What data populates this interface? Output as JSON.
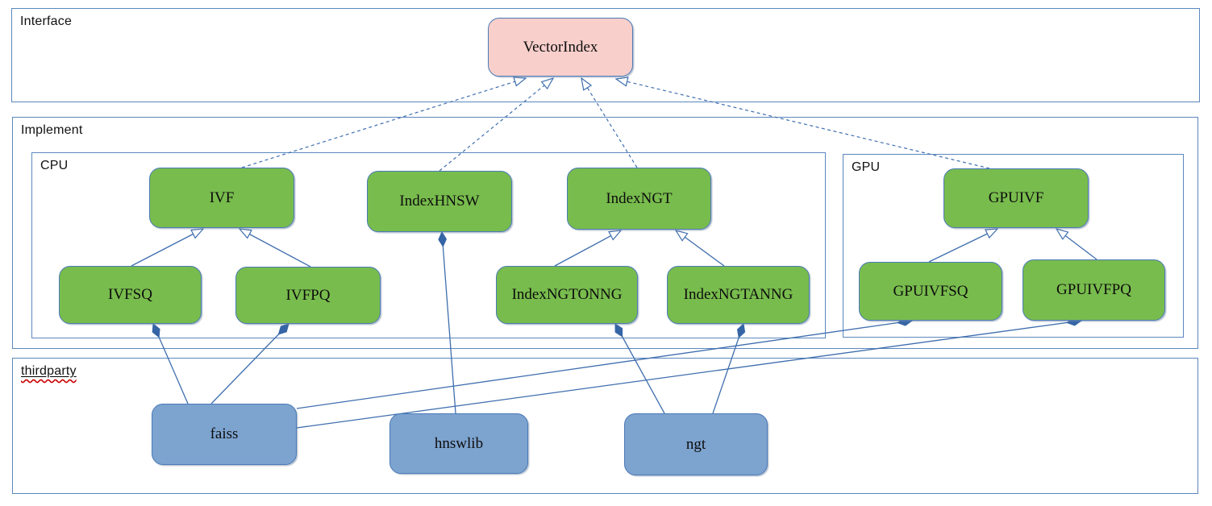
{
  "diagram": {
    "type": "uml-class-diagram",
    "containers": [
      {
        "id": "interface",
        "label": "Interface"
      },
      {
        "id": "implement",
        "label": "Implement"
      },
      {
        "id": "cpu",
        "label": "CPU"
      },
      {
        "id": "gpu",
        "label": "GPU"
      },
      {
        "id": "thirdparty",
        "label": "thirdparty",
        "spellcheck_underline": true
      }
    ],
    "nodes": [
      {
        "id": "VectorIndex",
        "label": "VectorIndex",
        "role": "interface",
        "container": "interface"
      },
      {
        "id": "IVF",
        "label": "IVF",
        "role": "implementation",
        "container": "cpu"
      },
      {
        "id": "IndexHNSW",
        "label": "IndexHNSW",
        "role": "implementation",
        "container": "cpu"
      },
      {
        "id": "IndexNGT",
        "label": "IndexNGT",
        "role": "implementation",
        "container": "cpu"
      },
      {
        "id": "IVFSQ",
        "label": "IVFSQ",
        "role": "implementation",
        "container": "cpu"
      },
      {
        "id": "IVFPQ",
        "label": "IVFPQ",
        "role": "implementation",
        "container": "cpu"
      },
      {
        "id": "IndexNGTONNG",
        "label": "IndexNGTONNG",
        "role": "implementation",
        "container": "cpu"
      },
      {
        "id": "IndexNGTANNG",
        "label": "IndexNGTANNG",
        "role": "implementation",
        "container": "cpu"
      },
      {
        "id": "GPUIVF",
        "label": "GPUIVF",
        "role": "implementation",
        "container": "gpu"
      },
      {
        "id": "GPUIVFSQ",
        "label": "GPUIVFSQ",
        "role": "implementation",
        "container": "gpu"
      },
      {
        "id": "GPUIVFPQ",
        "label": "GPUIVFPQ",
        "role": "implementation",
        "container": "gpu"
      },
      {
        "id": "faiss",
        "label": "faiss",
        "role": "thirdparty",
        "container": "thirdparty"
      },
      {
        "id": "hnswlib",
        "label": "hnswlib",
        "role": "thirdparty",
        "container": "thirdparty"
      },
      {
        "id": "ngt",
        "label": "ngt",
        "role": "thirdparty",
        "container": "thirdparty"
      }
    ],
    "edges": [
      {
        "from": "IVF",
        "to": "VectorIndex",
        "type": "realization"
      },
      {
        "from": "IndexHNSW",
        "to": "VectorIndex",
        "type": "realization"
      },
      {
        "from": "IndexNGT",
        "to": "VectorIndex",
        "type": "realization"
      },
      {
        "from": "GPUIVF",
        "to": "VectorIndex",
        "type": "realization"
      },
      {
        "from": "IVFSQ",
        "to": "IVF",
        "type": "inheritance"
      },
      {
        "from": "IVFPQ",
        "to": "IVF",
        "type": "inheritance"
      },
      {
        "from": "IndexNGTONNG",
        "to": "IndexNGT",
        "type": "inheritance"
      },
      {
        "from": "IndexNGTANNG",
        "to": "IndexNGT",
        "type": "inheritance"
      },
      {
        "from": "GPUIVFSQ",
        "to": "GPUIVF",
        "type": "inheritance"
      },
      {
        "from": "GPUIVFPQ",
        "to": "GPUIVF",
        "type": "inheritance"
      },
      {
        "from": "faiss",
        "to": "IVFSQ",
        "type": "composition"
      },
      {
        "from": "faiss",
        "to": "IVFPQ",
        "type": "composition"
      },
      {
        "from": "faiss",
        "to": "GPUIVFSQ",
        "type": "composition"
      },
      {
        "from": "faiss",
        "to": "GPUIVFPQ",
        "type": "composition"
      },
      {
        "from": "hnswlib",
        "to": "IndexHNSW",
        "type": "composition"
      },
      {
        "from": "ngt",
        "to": "IndexNGTONNG",
        "type": "composition"
      },
      {
        "from": "ngt",
        "to": "IndexNGTANNG",
        "type": "composition"
      }
    ],
    "colors": {
      "interface_node_fill": "#f8cfcb",
      "implementation_node_fill": "#78bc4d",
      "thirdparty_node_fill": "#7da3cf",
      "node_border": "#4a7ab8",
      "container_border": "#5b87be",
      "connector": "#3f6eae",
      "spellcheck": "#cc0000"
    }
  }
}
